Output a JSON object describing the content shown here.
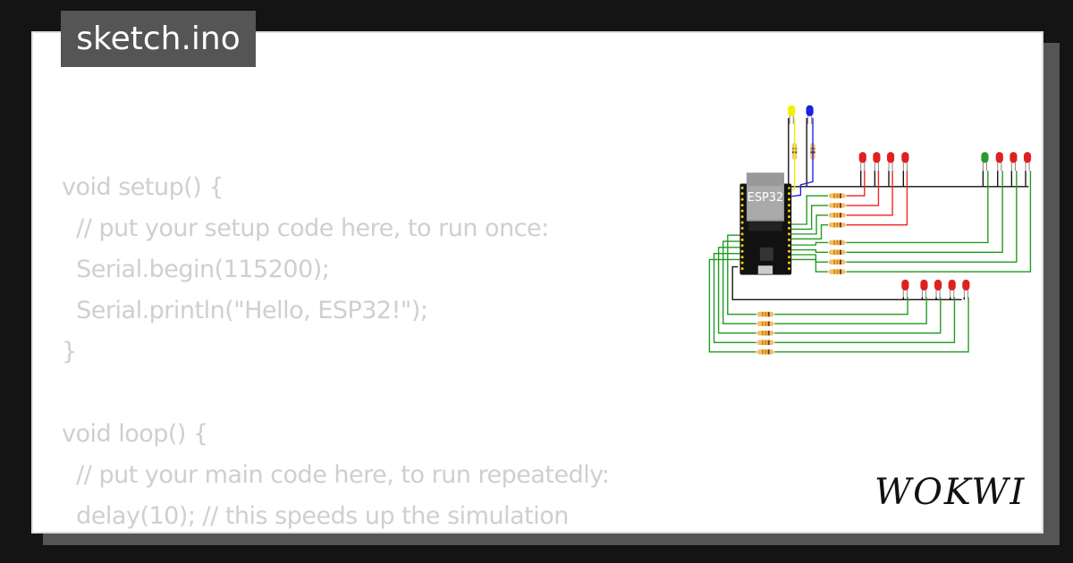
{
  "title": "sketch.ino",
  "code_lines": [
    "void setup() {",
    "  // put your setup code here, to run once:",
    "  Serial.begin(115200);",
    "  Serial.println(\"Hello, ESP32!\");",
    "}",
    "",
    "void loop() {",
    "  // put your main code here, to run repeatedly:",
    "  delay(10); // this speeds up the simulation"
  ],
  "board_label": "ESP32",
  "logo": "WOKWI",
  "colors": {
    "led_red": "#e02020",
    "led_green": "#2a9a2a",
    "led_yellow": "#f0f000",
    "led_blue": "#2020e0",
    "wire_green": "#1f9a1f",
    "wire_red": "#ee2222",
    "wire_black": "#111111"
  }
}
